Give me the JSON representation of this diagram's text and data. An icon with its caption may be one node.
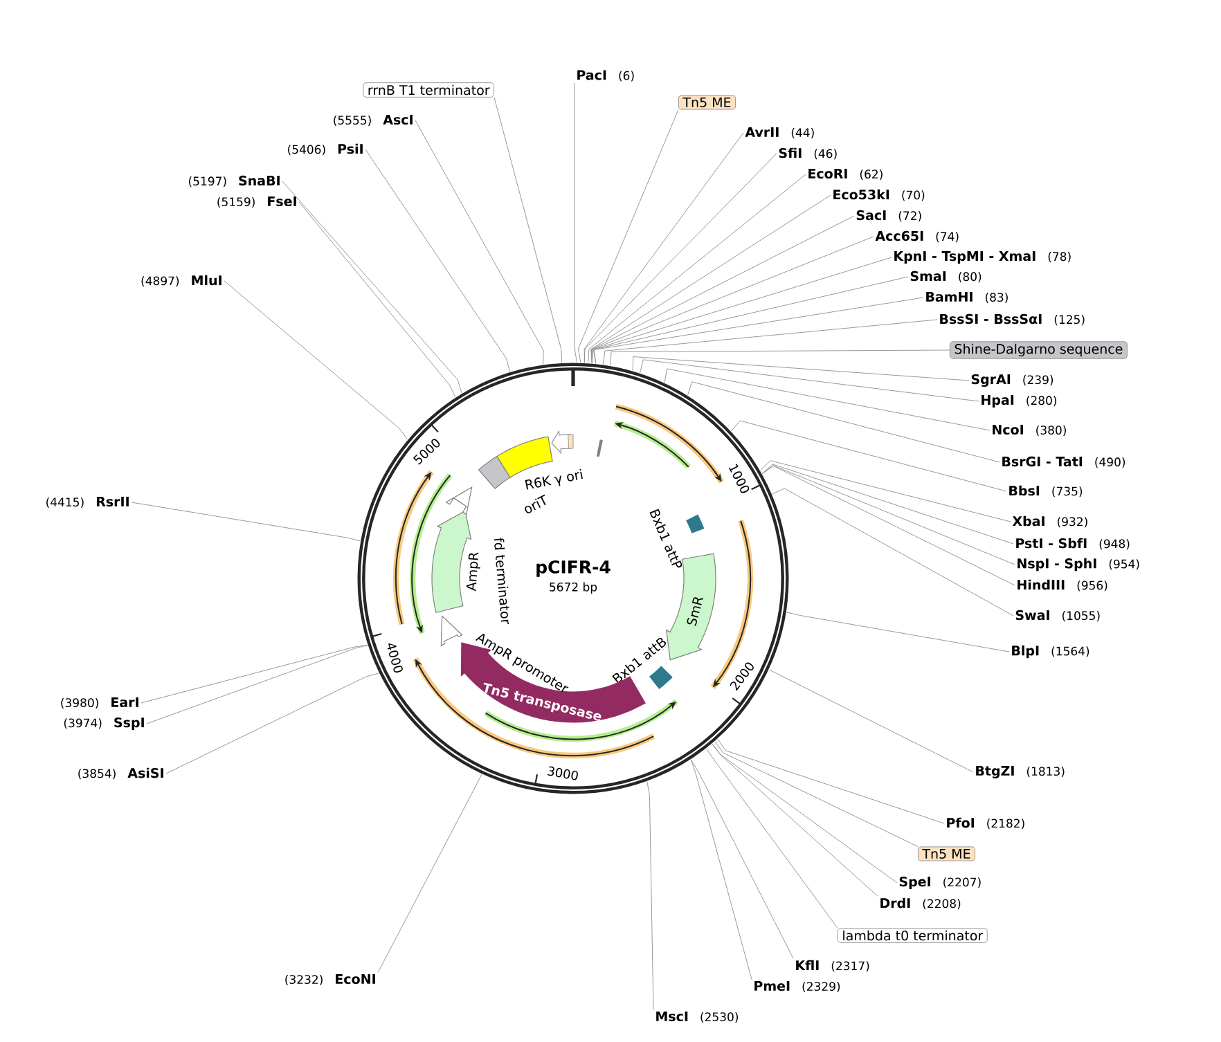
{
  "diagram": {
    "nodes": [
      {
        "text": [
          "pCIFR-4",
          "5672 bp"
        ]
      },
      {
        "text": [
          "R6K γ ori"
        ],
        "in": 0
      },
      {
        "text": [
          "oriT"
        ],
        "in": 0
      },
      {
        "text": [
          "Bxb1 attP"
        ],
        "in": 0
      },
      {
        "text": [
          "SmR"
        ],
        "in": 0
      },
      {
        "text": [
          "Bxb1 attB"
        ],
        "in": 0
      },
      {
        "text": [
          "Tn5 transposase"
        ],
        "in": 0
      },
      {
        "text": [
          "AmpR promoter"
        ],
        "in": 0
      },
      {
        "text": [
          "AmpR"
        ],
        "in": 0
      },
      {
        "text": [
          "fd terminator"
        ],
        "in": 0
      },
      {
        "text": [
          "PacI",
          "(6)"
        ]
      },
      {
        "text": [
          "Tn5 ME"
        ]
      },
      {
        "text": [
          "AvrII",
          "(44)"
        ]
      },
      {
        "text": [
          "SfiI",
          "(46)"
        ]
      },
      {
        "text": [
          "EcoRI",
          "(62)"
        ]
      },
      {
        "text": [
          "Eco53kI",
          "(70)"
        ]
      },
      {
        "text": [
          "SacI",
          "(72)"
        ]
      },
      {
        "text": [
          "Acc65I",
          "(74)"
        ]
      },
      {
        "text": [
          "KpnI - TspMI - XmaI",
          "(78)"
        ]
      },
      {
        "text": [
          "SmaI",
          "(80)"
        ]
      },
      {
        "text": [
          "BamHI",
          "(83)"
        ]
      },
      {
        "text": [
          "BssSI - BssSαI",
          "(125)"
        ]
      },
      {
        "text": [
          "Shine-Dalgarno sequence"
        ]
      },
      {
        "text": [
          "SgrAI",
          "(239)"
        ]
      },
      {
        "text": [
          "HpaI",
          "(280)"
        ]
      },
      {
        "text": [
          "NcoI",
          "(380)"
        ]
      },
      {
        "text": [
          "BsrGI - TatI",
          "(490)"
        ]
      },
      {
        "text": [
          "BbsI",
          "(735)"
        ]
      },
      {
        "text": [
          "XbaI",
          "(932)"
        ]
      },
      {
        "text": [
          "PstI - SbfI",
          "(948)"
        ]
      },
      {
        "text": [
          "NspI - SphI",
          "(954)"
        ]
      },
      {
        "text": [
          "HindIII",
          "(956)"
        ]
      },
      {
        "text": [
          "SwaI",
          "(1055)"
        ]
      },
      {
        "text": [
          "BlpI",
          "(1564)"
        ]
      },
      {
        "text": [
          "BtgZI",
          "(1813)"
        ]
      },
      {
        "text": [
          "PfoI",
          "(2182)"
        ]
      },
      {
        "text": [
          "Tn5 ME"
        ]
      },
      {
        "text": [
          "SpeI",
          "(2207)"
        ]
      },
      {
        "text": [
          "DrdI",
          "(2208)"
        ]
      },
      {
        "text": [
          "lambda t0 terminator"
        ]
      },
      {
        "text": [
          "KflI",
          "(2317)"
        ]
      },
      {
        "text": [
          "PmeI",
          "(2329)"
        ]
      },
      {
        "text": [
          "MscI",
          "(2530)"
        ]
      },
      {
        "text": [
          "(3232)",
          "EcoNI"
        ]
      },
      {
        "text": [
          "(3854)",
          "AsiSI"
        ]
      },
      {
        "text": [
          "(3974)",
          "SspI"
        ]
      },
      {
        "text": [
          "(3980)",
          "EarI"
        ]
      },
      {
        "text": [
          "(4415)",
          "RsrII"
        ]
      },
      {
        "text": [
          "(4897)",
          "MluI"
        ]
      },
      {
        "text": [
          "(5159)",
          "FseI"
        ]
      },
      {
        "text": [
          "(5197)",
          "SnaBI"
        ]
      },
      {
        "text": [
          "(5406)",
          "PsiI"
        ]
      },
      {
        "text": [
          "(5555)",
          "AscI"
        ]
      },
      {
        "text": [
          "rrnB T1 terminator"
        ]
      }
    ],
    "edges": [
      {
        "from": 10,
        "to": 0,
        "arrow": "none"
      },
      {
        "from": 11,
        "to": 0,
        "arrow": "none"
      },
      {
        "from": 12,
        "to": 0,
        "arrow": "none"
      },
      {
        "from": 13,
        "to": 0,
        "arrow": "none"
      },
      {
        "from": 14,
        "to": 0,
        "arrow": "none"
      },
      {
        "from": 15,
        "to": 0,
        "arrow": "none"
      },
      {
        "from": 16,
        "to": 0,
        "arrow": "none"
      },
      {
        "from": 17,
        "to": 0,
        "arrow": "none"
      },
      {
        "from": 18,
        "to": 0,
        "arrow": "none"
      },
      {
        "from": 19,
        "to": 0,
        "arrow": "none"
      },
      {
        "from": 20,
        "to": 0,
        "arrow": "none"
      },
      {
        "from": 21,
        "to": 0,
        "arrow": "none"
      },
      {
        "from": 22,
        "to": 0,
        "arrow": "none"
      },
      {
        "from": 23,
        "to": 0,
        "arrow": "none"
      },
      {
        "from": 24,
        "to": 0,
        "arrow": "none"
      },
      {
        "from": 25,
        "to": 0,
        "arrow": "none"
      },
      {
        "from": 26,
        "to": 0,
        "arrow": "none"
      },
      {
        "from": 27,
        "to": 0,
        "arrow": "none"
      },
      {
        "from": 28,
        "to": 0,
        "arrow": "none"
      },
      {
        "from": 29,
        "to": 0,
        "arrow": "none"
      },
      {
        "from": 30,
        "to": 0,
        "arrow": "none"
      },
      {
        "from": 31,
        "to": 0,
        "arrow": "none"
      },
      {
        "from": 32,
        "to": 0,
        "arrow": "none"
      },
      {
        "from": 33,
        "to": 0,
        "arrow": "none"
      },
      {
        "from": 34,
        "to": 0,
        "arrow": "none"
      },
      {
        "from": 35,
        "to": 0,
        "arrow": "none"
      },
      {
        "from": 36,
        "to": 0,
        "arrow": "none"
      },
      {
        "from": 37,
        "to": 0,
        "arrow": "none"
      },
      {
        "from": 38,
        "to": 0,
        "arrow": "none"
      },
      {
        "from": 39,
        "to": 0,
        "arrow": "none"
      },
      {
        "from": 40,
        "to": 0,
        "arrow": "none"
      },
      {
        "from": 41,
        "to": 0,
        "arrow": "none"
      },
      {
        "from": 42,
        "to": 0,
        "arrow": "none"
      },
      {
        "from": 43,
        "to": 0,
        "arrow": "none"
      },
      {
        "from": 44,
        "to": 0,
        "arrow": "none"
      },
      {
        "from": 45,
        "to": 0,
        "arrow": "none"
      },
      {
        "from": 46,
        "to": 0,
        "arrow": "none"
      },
      {
        "from": 47,
        "to": 0,
        "arrow": "none"
      },
      {
        "from": 48,
        "to": 0,
        "arrow": "none"
      },
      {
        "from": 49,
        "to": 0,
        "arrow": "none"
      },
      {
        "from": 50,
        "to": 0,
        "arrow": "none"
      },
      {
        "from": 51,
        "to": 0,
        "arrow": "none"
      },
      {
        "from": 52,
        "to": 0,
        "arrow": "none"
      },
      {
        "from": 53,
        "to": 0,
        "arrow": "none"
      }
    ],
    "labels": [
      "1000",
      "2000",
      "3000",
      "4000",
      "5000"
    ]
  }
}
